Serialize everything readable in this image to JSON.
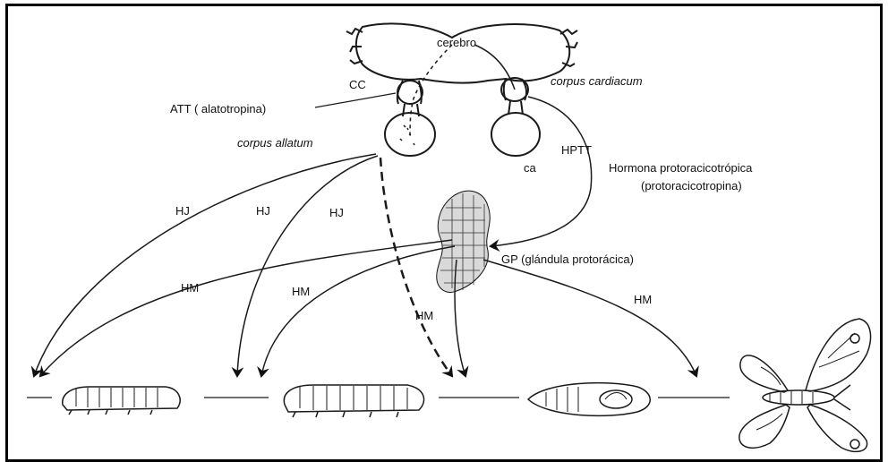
{
  "labels": {
    "cerebro": "cerebro",
    "cc": "CC",
    "corpus_cardiacum": "corpus cardiacum",
    "att": "ATT ( alatotropina)",
    "corpus_allatum": "corpus allatum",
    "ca": "ca",
    "hptt": "HPTT",
    "hormona_line1": "Hormona protoracicotrópica",
    "hormona_line2": "(protoracicotropina)",
    "hj1": "HJ",
    "hj2": "HJ",
    "hj3": "HJ",
    "gp": "GP (glándula protorácica)",
    "hm1": "HM",
    "hm2": "HM",
    "hm3": "HM",
    "hm4": "HM"
  },
  "stages": [
    "larva-early",
    "larva-late",
    "pupa",
    "adult-moth"
  ]
}
